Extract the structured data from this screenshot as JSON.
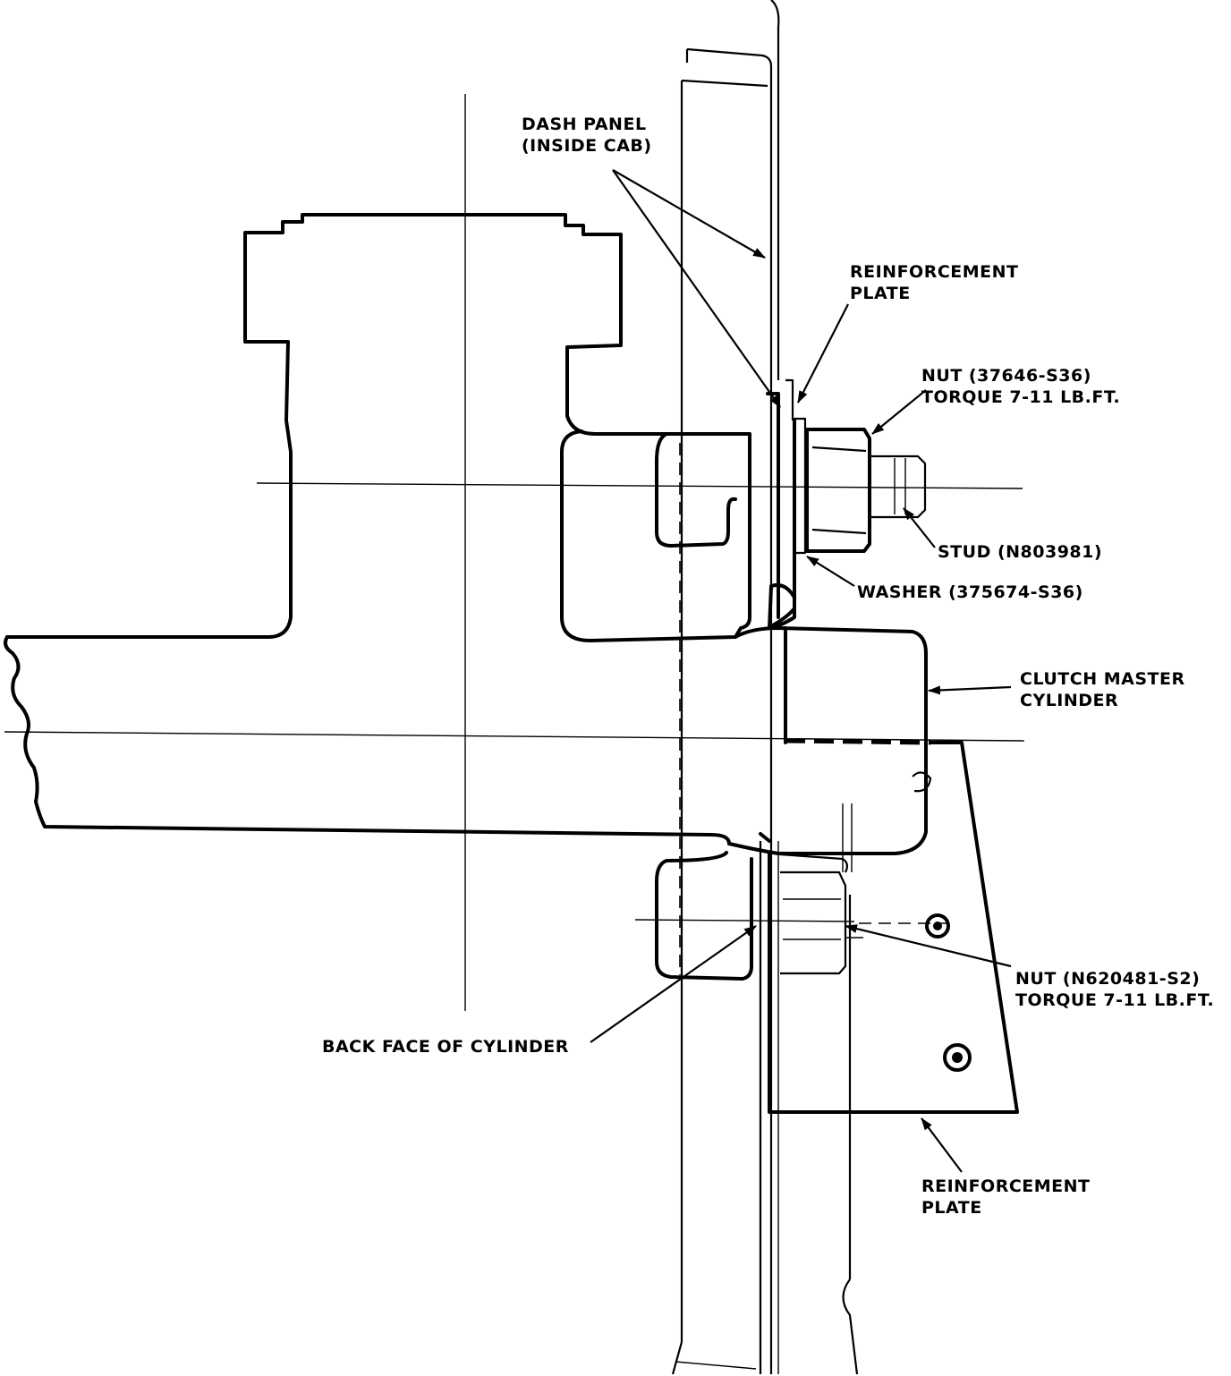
{
  "labels": {
    "dash_panel": [
      "DASH PANEL",
      "(INSIDE CAB)"
    ],
    "reinforcement_plate_top": [
      "REINFORCEMENT",
      "PLATE"
    ],
    "nut_upper": [
      "NUT (37646-S36)",
      "TORQUE 7-11 LB.FT."
    ],
    "stud": "STUD (N803981)",
    "washer": "WASHER (375674-S36)",
    "clutch_master_cylinder": [
      "CLUTCH MASTER",
      "CYLINDER"
    ],
    "nut_lower": [
      "NUT (N620481-S2)",
      "TORQUE 7-11 LB.FT."
    ],
    "back_face": "BACK FACE OF CYLINDER",
    "reinforcement_plate_bottom": [
      "REINFORCEMENT",
      "PLATE"
    ]
  }
}
